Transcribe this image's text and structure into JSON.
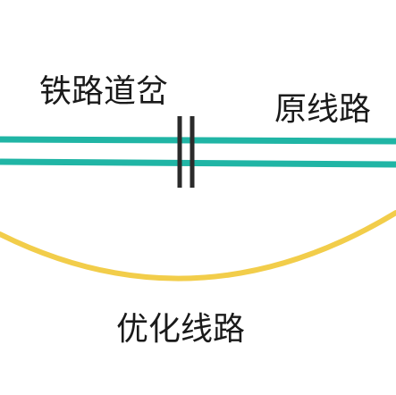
{
  "labels": {
    "switch": "铁路道岔",
    "original_line": "原线路",
    "optimized_line": "优化线路"
  },
  "colors": {
    "track": "#20b5a5",
    "curve": "#f2cd4a",
    "switch_mark": "#2b2b2b",
    "text": "#1a1a1a",
    "background": "#ffffff"
  }
}
